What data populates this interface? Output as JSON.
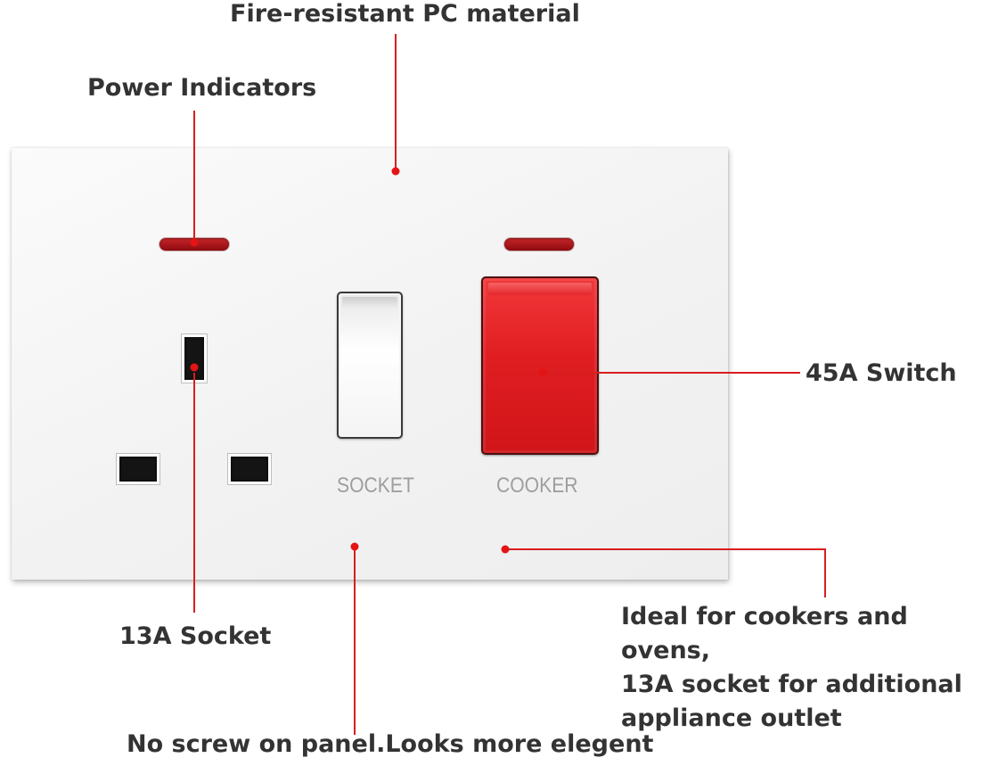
{
  "callouts": {
    "fire_resistant": "Fire-resistant PC material",
    "power_indicators": "Power Indicators",
    "switch_45a": "45A Switch",
    "socket_13a": "13A Socket",
    "ideal_for": [
      "Ideal for cookers and ovens,",
      "13A socket for additional",
      "appliance outlet"
    ],
    "no_screw": "No screw on panel.Looks more elegent"
  },
  "panel": {
    "socket_switch_label": "SOCKET",
    "cooker_switch_label": "COOKER"
  },
  "colors": {
    "leader_line": "#d81e1e",
    "callout_text": "#333333",
    "indicator_red": "#b0161a",
    "cooker_switch_red": "#e01e22",
    "engraved_label": "#9e9e9e"
  }
}
